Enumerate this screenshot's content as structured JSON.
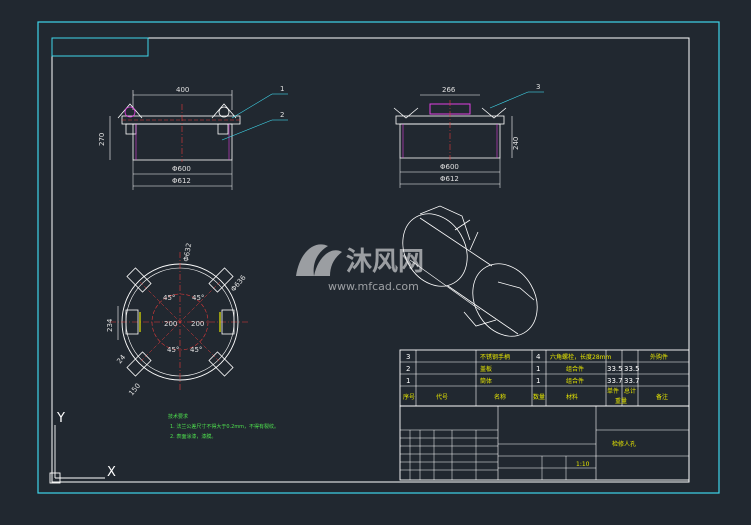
{
  "drawing": {
    "front_view": {
      "dim_top": "400",
      "dim_height": "270",
      "dim_inner_dia": "Φ600",
      "dim_outer_dia": "Φ612",
      "callout_1": "1",
      "callout_2": "2"
    },
    "side_view": {
      "dim_top": "266",
      "dim_height": "240",
      "dim_inner_dia": "Φ600",
      "dim_outer_dia": "Φ612",
      "callout_3": "3"
    },
    "plan_view": {
      "dim_dia_632": "Φ632",
      "dim_dia_636": "Φ636",
      "dim_angle_a": "45°",
      "dim_angle_b": "45°",
      "dim_angle_c": "45°",
      "dim_angle_d": "45°",
      "dim_200_a": "200",
      "dim_200_b": "200",
      "dim_234": "234",
      "dim_24": "24",
      "dim_150": "150"
    },
    "notes": {
      "title": "技术要求",
      "line1": "1. 法兰公差尺寸不得大于0.2mm，不得有裂纹。",
      "line2": "2. 表面涂漆，漆膜。"
    }
  },
  "bom": {
    "rows": [
      {
        "no": "3",
        "name": "不锈钢手柄",
        "qty": "4",
        "material": "六角螺栓，长度28mm",
        "w1": "",
        "w2": "",
        "note": "外购件"
      },
      {
        "no": "2",
        "name": "盖板",
        "qty": "1",
        "material": "组合件",
        "w1": "33.5",
        "w2": "33.5",
        "note": ""
      },
      {
        "no": "1",
        "name": "筒体",
        "qty": "1",
        "material": "组合件",
        "w1": "33.7",
        "w2": "33.7",
        "note": ""
      }
    ],
    "header": {
      "no": "序号",
      "code": "代号",
      "name": "名称",
      "qty": "数量",
      "material": "材料",
      "single": "单件",
      "total": "总计",
      "weight": "重量",
      "note": "备注"
    }
  },
  "title_block": {
    "drawing_title": "检修人孔",
    "scale": "1:10"
  },
  "watermark": {
    "brand": "沐风网",
    "url": "www.mfcad.com"
  },
  "axis": {
    "y_label": "Y",
    "x_label": "X"
  },
  "colors": {
    "background": "#212830",
    "frame": "#3fd6ea",
    "line": "#ffffff",
    "center": "#e33a3a",
    "hidden": "#e040e0",
    "text_green": "#4ee04e",
    "text_yellow": "#e6e600"
  }
}
